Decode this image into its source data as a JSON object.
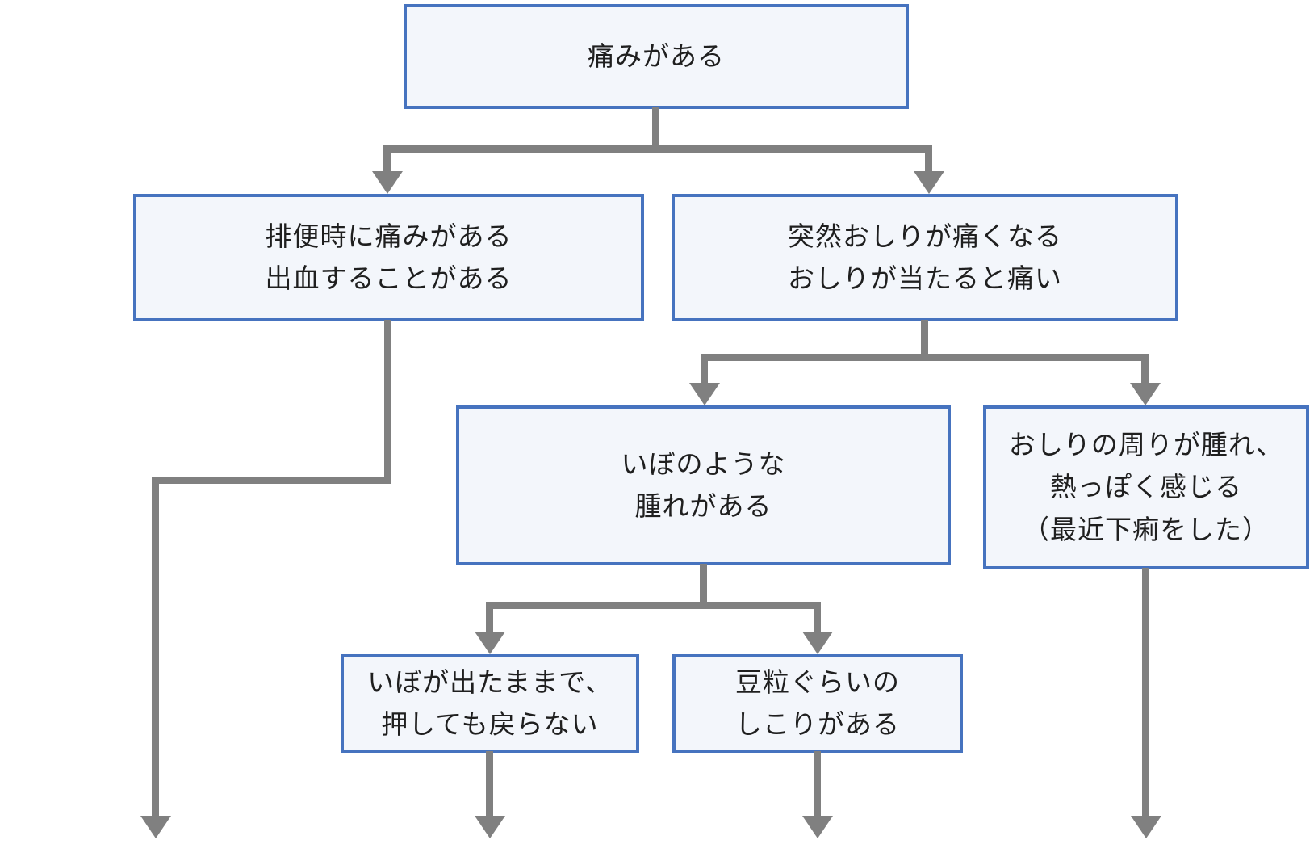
{
  "diagram": {
    "type": "flowchart",
    "language": "ja",
    "colors": {
      "background": "#ffffff",
      "node_fill": "#f3f6fb",
      "node_border": "#4673bf",
      "connector": "#808080",
      "text": "#1f1f1f"
    },
    "nodes": [
      {
        "id": "pain",
        "text": "痛みがある"
      },
      {
        "id": "defecation-pain",
        "text": "排便時に痛みがある\n出血することがある"
      },
      {
        "id": "sudden-pain",
        "text": "突然おしりが痛くなる\nおしりが当たると痛い"
      },
      {
        "id": "wart-swelling",
        "text": "いぼのような\n腫れがある"
      },
      {
        "id": "hot-swelling",
        "text": "おしりの周りが腫れ、\n熱っぽく感じる\n（最近下痢をした）"
      },
      {
        "id": "prolapsed-wart",
        "text": "いぼが出たままで、\n押しても戻らない"
      },
      {
        "id": "bean-lump",
        "text": "豆粒ぐらいの\nしこりがある"
      }
    ],
    "edges": [
      {
        "from": "pain",
        "to": "defecation-pain"
      },
      {
        "from": "pain",
        "to": "sudden-pain"
      },
      {
        "from": "sudden-pain",
        "to": "wart-swelling"
      },
      {
        "from": "sudden-pain",
        "to": "hot-swelling"
      },
      {
        "from": "wart-swelling",
        "to": "prolapsed-wart"
      },
      {
        "from": "wart-swelling",
        "to": "bean-lump"
      }
    ],
    "exit_arrows_off_bottom": [
      "defecation-pain",
      "prolapsed-wart",
      "bean-lump",
      "hot-swelling"
    ]
  }
}
